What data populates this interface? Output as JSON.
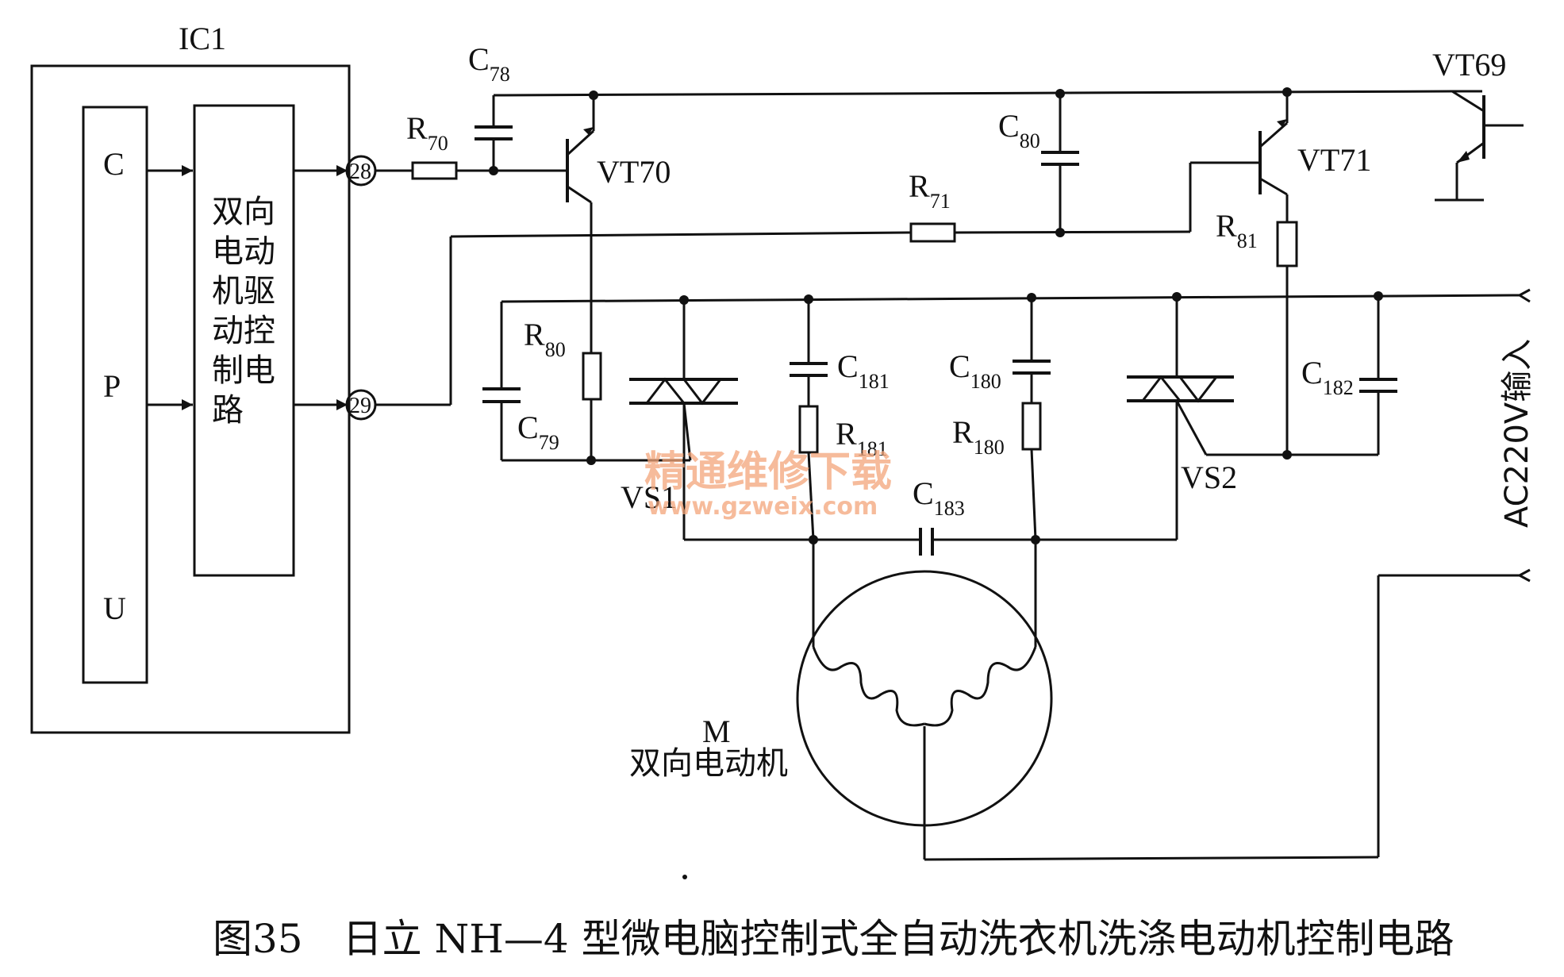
{
  "diagram": {
    "ic_label": "IC1",
    "cpu_letters": [
      "C",
      "P",
      "U"
    ],
    "driver_block_lines": [
      "双向",
      "电动",
      "机驱",
      "动控",
      "制电",
      "路"
    ],
    "pins": [
      "28",
      "29"
    ],
    "components": {
      "C78": {
        "main": "C",
        "sub": "78"
      },
      "R70": {
        "main": "R",
        "sub": "70"
      },
      "VT70": {
        "main": "VT70",
        "sub": ""
      },
      "C80": {
        "main": "C",
        "sub": "80"
      },
      "R71": {
        "main": "R",
        "sub": "71"
      },
      "VT71": {
        "main": "VT71",
        "sub": ""
      },
      "VT69": {
        "main": "VT69",
        "sub": ""
      },
      "R81": {
        "main": "R",
        "sub": "81"
      },
      "R80": {
        "main": "R",
        "sub": "80"
      },
      "C79": {
        "main": "C",
        "sub": "79"
      },
      "C181": {
        "main": "C",
        "sub": "181"
      },
      "R181": {
        "main": "R",
        "sub": "181"
      },
      "C180": {
        "main": "C",
        "sub": "180"
      },
      "R180": {
        "main": "R",
        "sub": "180"
      },
      "C182": {
        "main": "C",
        "sub": "182"
      },
      "C183": {
        "main": "C",
        "sub": "183"
      },
      "VS1": {
        "main": "VS1",
        "sub": ""
      },
      "VS2": {
        "main": "VS2",
        "sub": ""
      }
    },
    "motor_label": "M",
    "motor_desc": "双向电动机",
    "ac_input": "AC220V输入",
    "caption": "图35　日立 NH—4 型微电脑控制式全自动洗衣机洗涤电动机控制电路",
    "watermark_cn": "精通维修下载",
    "watermark_url": "www.gzweix.com"
  }
}
